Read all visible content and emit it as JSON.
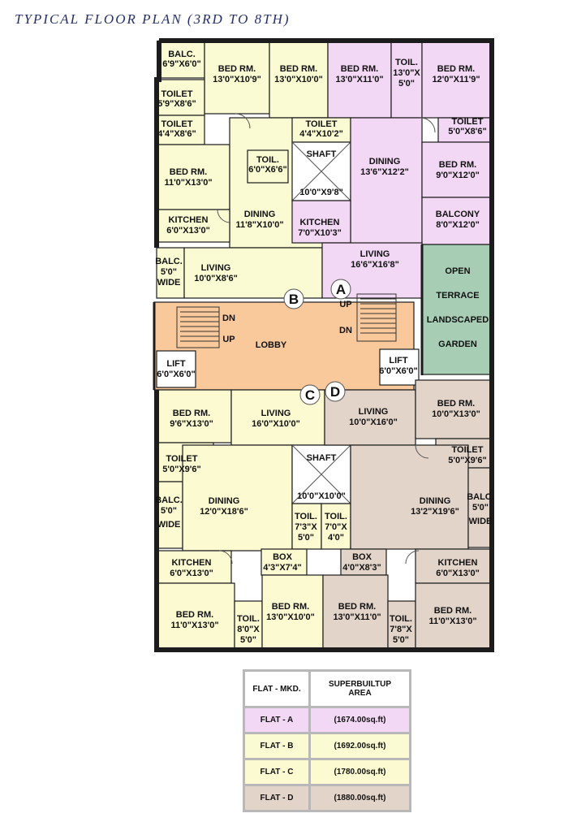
{
  "title": "TYPICAL FLOOR PLAN (3RD TO 8TH)",
  "colors": {
    "flat_a": "#f3d8f5",
    "flat_b": "#fbfbd3",
    "flat_c": "#fcfad0",
    "flat_d": "#e3d4ca",
    "lobby": "#f9c89b",
    "terrace": "#a7cdb5"
  },
  "rooms": {
    "balc_b_top": {
      "name": "BALC.",
      "dim": "6'9\"X6'0\""
    },
    "bed_b1": {
      "name": "BED RM.",
      "dim": "13'0\"X10'9\""
    },
    "bed_b2": {
      "name": "BED RM.",
      "dim": "13'0\"X10'0\""
    },
    "toilet_b1": {
      "name": "TOILET",
      "dim": "5'9\"X8'6\""
    },
    "toilet_b2": {
      "name": "TOILET",
      "dim": "4'4\"X8'6\""
    },
    "bed_b3": {
      "name": "BED RM.",
      "dim": "11'0\"X13'0\""
    },
    "toil_b3": {
      "name": "TOIL.",
      "dim": "6'0\"X6'6\""
    },
    "dining_b": {
      "name": "DINING",
      "dim": "11'8\"X10'0\""
    },
    "kitchen_b": {
      "name": "KITCHEN",
      "dim": "6'0\"X13'0\""
    },
    "balc_b": {
      "name": "BALC.",
      "dim1": "5'0\"",
      "dim2": "WIDE"
    },
    "living_b": {
      "name": "LIVING",
      "dim": "10'0\"X8'6\""
    },
    "bed_a1": {
      "name": "BED RM.",
      "dim": "13'0\"X11'0\""
    },
    "toil_a1": {
      "name": "TOIL.",
      "dim1": "13'0\"X",
      "dim2": "5'0\""
    },
    "bed_a2": {
      "name": "BED RM.",
      "dim": "12'0\"X11'9\""
    },
    "toilet_a": {
      "name": "TOILET",
      "dim": "4'4\"X10'2\""
    },
    "toilet_a2": {
      "name": "TOILET",
      "dim": "5'0\"X8'6\""
    },
    "shaft_top": {
      "name": "SHAFT",
      "dim": "10'0\"X9'8\""
    },
    "dining_a": {
      "name": "DINING",
      "dim": "13'6\"X12'2\""
    },
    "bed_a3": {
      "name": "BED RM.",
      "dim": "9'0\"X12'0\""
    },
    "kitchen_a": {
      "name": "KITCHEN",
      "dim": "7'0\"X10'3\""
    },
    "balcony_a": {
      "name": "BALCONY",
      "dim": "8'0\"X12'0\""
    },
    "living_a": {
      "name": "LIVING",
      "dim": "16'6\"X16'8\""
    },
    "terrace": {
      "l1": "OPEN",
      "l2": "TERRACE",
      "l3": "LANDSCAPED",
      "l4": "GARDEN"
    },
    "lobby": {
      "name": "LOBBY",
      "dn_left": "DN",
      "up_left": "UP",
      "up_right": "UP",
      "dn_right": "DN"
    },
    "lift_left": {
      "name": "LIFT",
      "dim": "6'0\"X6'0\""
    },
    "lift_right": {
      "name": "LIFT",
      "dim": "6'0\"X6'0\""
    },
    "bed_c1": {
      "name": "BED RM.",
      "dim": "9'6\"X13'0\""
    },
    "living_c": {
      "name": "LIVING",
      "dim": "16'0\"X10'0\""
    },
    "toilet_c": {
      "name": "TOILET",
      "dim": "5'0\"X9'6\""
    },
    "balc_c": {
      "name": "BALC.",
      "dim1": "5'0\"",
      "dim2": "WIDE"
    },
    "dining_c": {
      "name": "DINING",
      "dim": "12'0\"X18'6\""
    },
    "shaft_bottom": {
      "name": "SHAFT",
      "dim": "10'0\"X10'0\""
    },
    "toil_c2": {
      "name": "TOIL.",
      "dim1": "7'3\"X",
      "dim2": "5'0\""
    },
    "toil_d2": {
      "name": "TOIL.",
      "dim1": "7'0\"X",
      "dim2": "4'0\""
    },
    "kitchen_c": {
      "name": "KITCHEN",
      "dim": "6'0\"X13'0\""
    },
    "box_c": {
      "name": "BOX",
      "dim": "4'3\"X7'4\""
    },
    "box_d": {
      "name": "BOX",
      "dim": "4'0\"X8'3\""
    },
    "bed_c2": {
      "name": "BED RM.",
      "dim": "11'0\"X13'0\""
    },
    "toil_c3": {
      "name": "TOIL.",
      "dim1": "8'0\"X",
      "dim2": "5'0\""
    },
    "bed_c3": {
      "name": "BED RM.",
      "dim": "13'0\"X10'0\""
    },
    "living_d": {
      "name": "LIVING",
      "dim": "10'0\"X16'0\""
    },
    "bed_d1": {
      "name": "BED RM.",
      "dim": "10'0\"X13'0\""
    },
    "toilet_d": {
      "name": "TOILET",
      "dim": "5'0\"X9'6\""
    },
    "dining_d": {
      "name": "DINING",
      "dim": "13'2\"X19'6\""
    },
    "balc_d": {
      "name": "BALC.",
      "dim1": "5'0\"",
      "dim2": "WIDE"
    },
    "kitchen_d": {
      "name": "KITCHEN",
      "dim": "6'0\"X13'0\""
    },
    "bed_d2": {
      "name": "BED RM.",
      "dim": "13'0\"X11'0\""
    },
    "toil_d3": {
      "name": "TOIL.",
      "dim1": "7'8\"X",
      "dim2": "5'0\""
    },
    "bed_d3": {
      "name": "BED RM.",
      "dim": "11'0\"X13'0\""
    }
  },
  "flat_marks": {
    "a": "A",
    "b": "B",
    "c": "C",
    "d": "D"
  },
  "legend": {
    "header_col1": "FLAT - MKD.",
    "header_col2_l1": "SUPERBUILTUP",
    "header_col2_l2": "AREA",
    "rows": [
      {
        "flat": "FLAT - A",
        "area": "(1674.00sq.ft)"
      },
      {
        "flat": "FLAT - B",
        "area": "(1692.00sq.ft)"
      },
      {
        "flat": "FLAT - C",
        "area": "(1780.00sq.ft)"
      },
      {
        "flat": "FLAT - D",
        "area": "(1880.00sq.ft)"
      }
    ]
  }
}
